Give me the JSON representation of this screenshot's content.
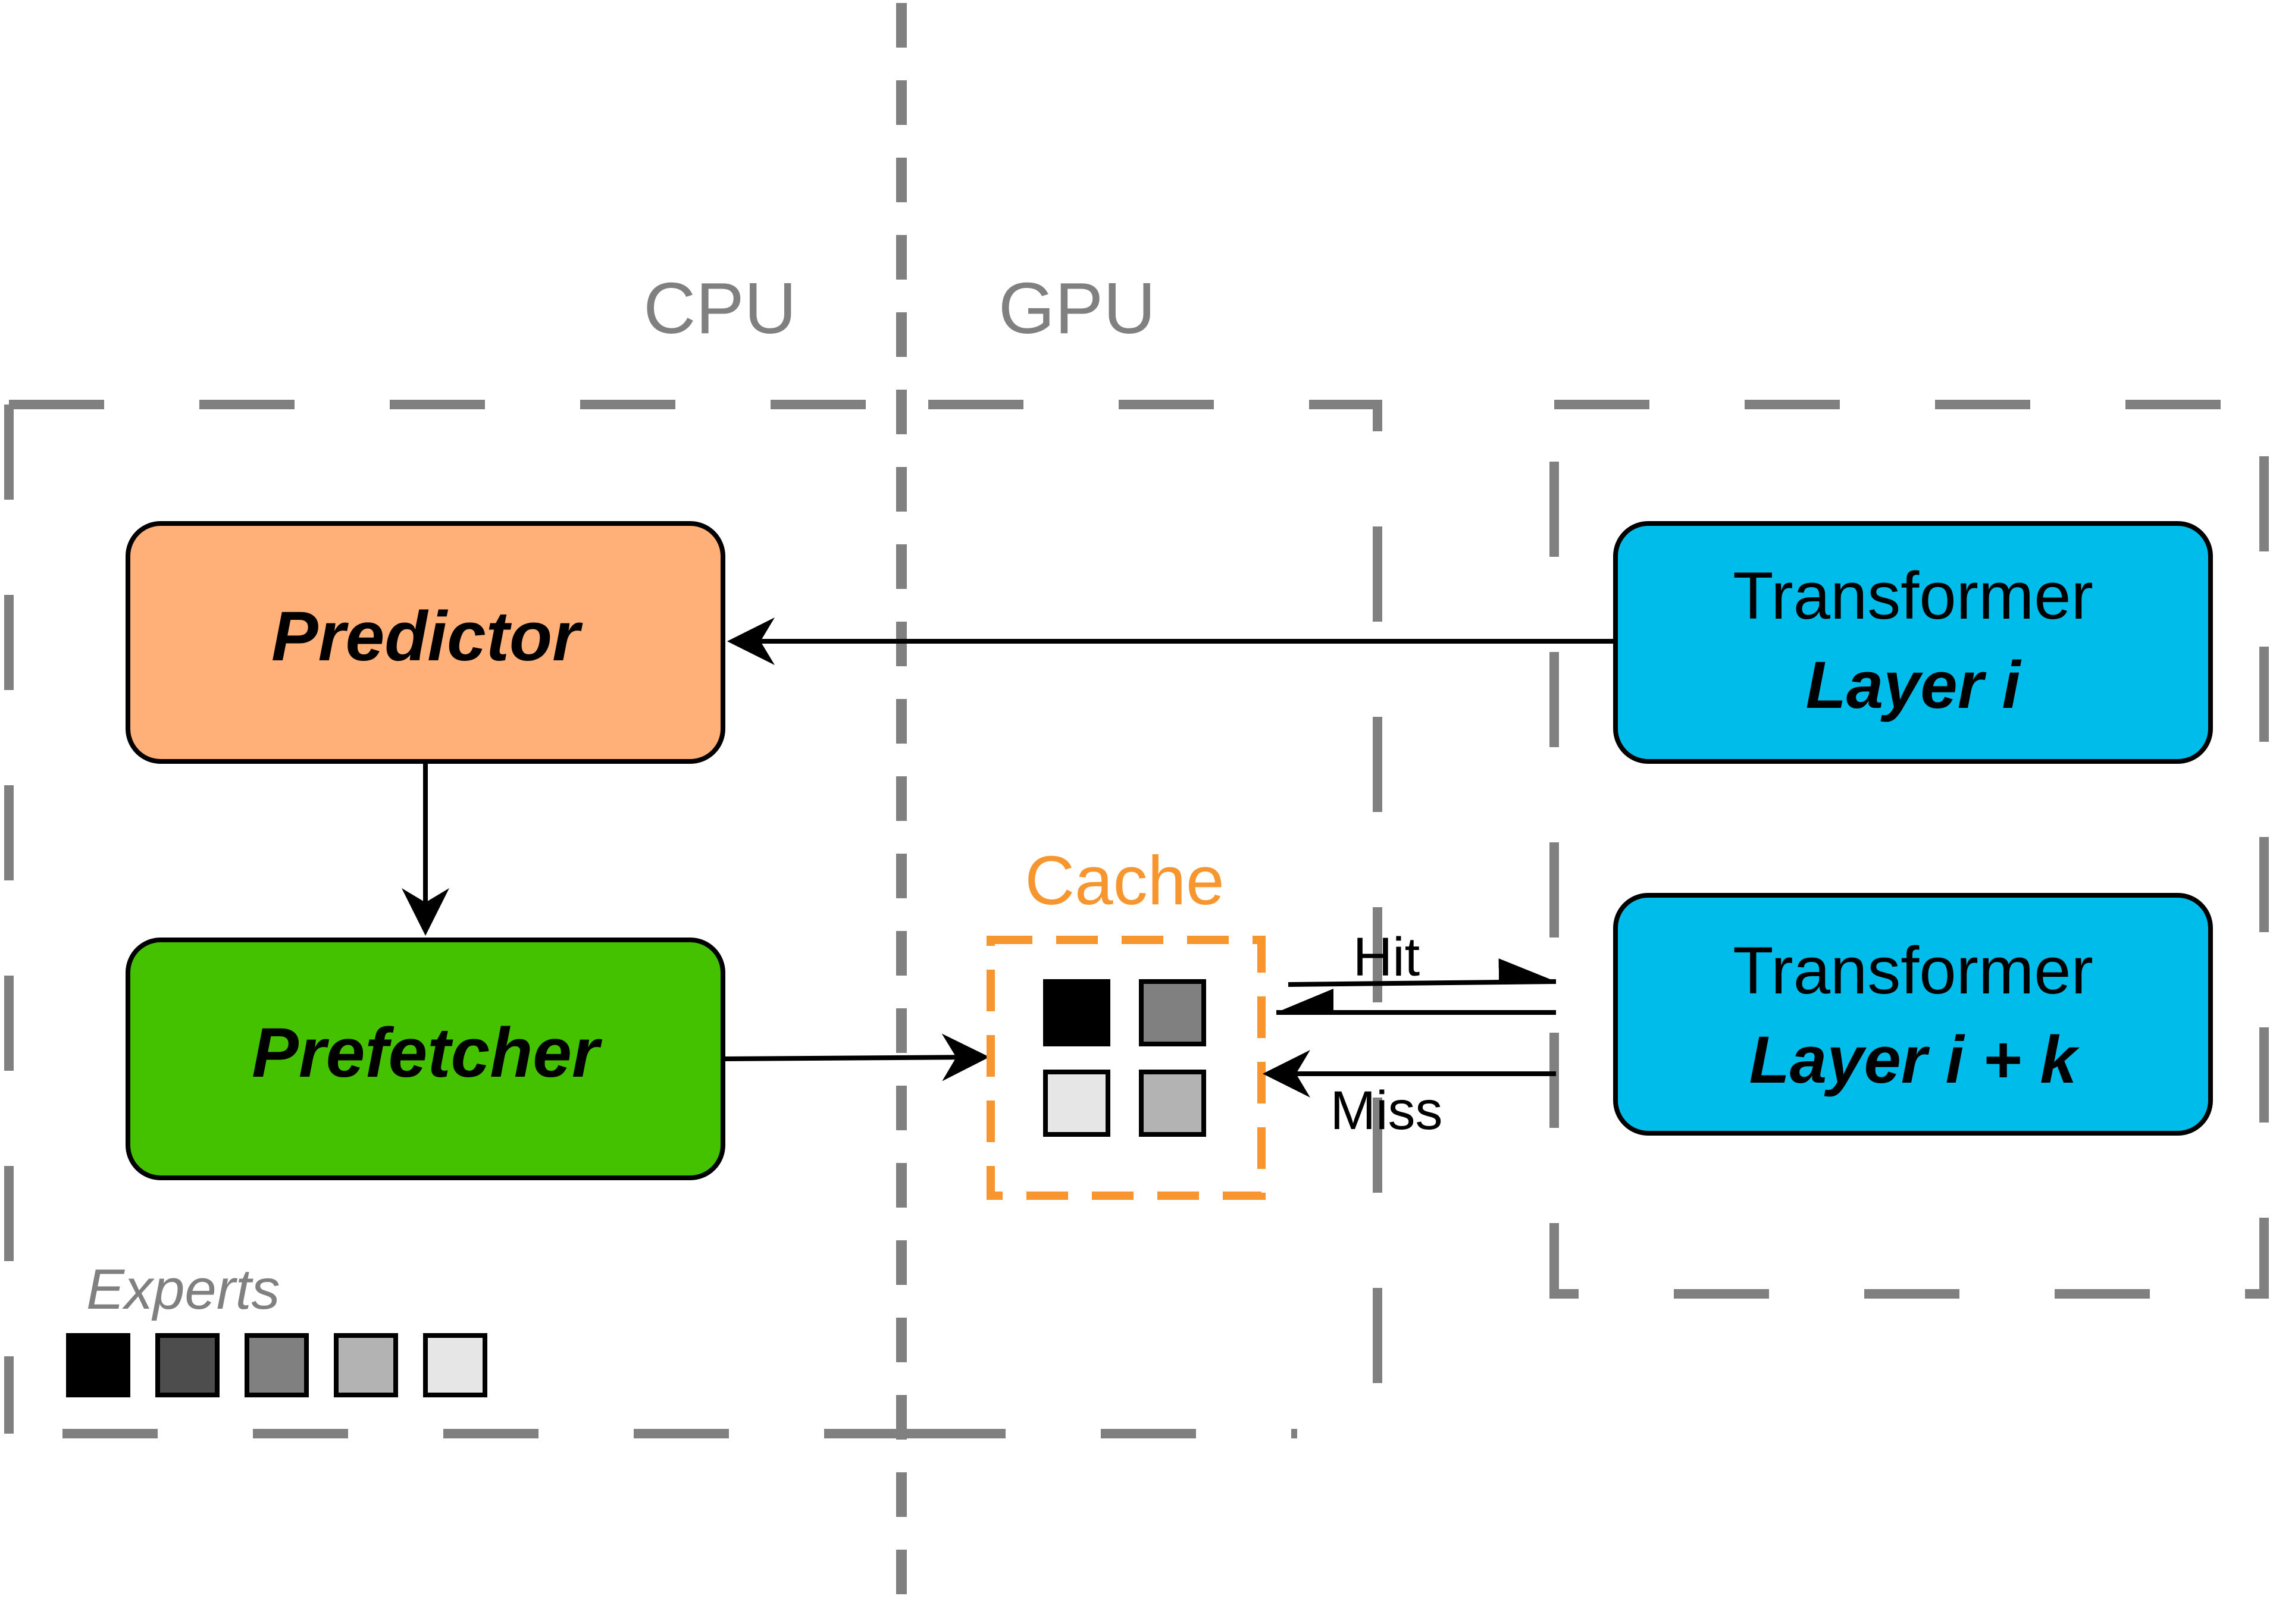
{
  "regions": {
    "cpu_label": "CPU",
    "gpu_label": "GPU"
  },
  "nodes": {
    "predictor": {
      "label": "Predictor",
      "fill": "#FFAF78"
    },
    "prefetcher": {
      "label": "Prefetcher",
      "fill": "#44C200"
    },
    "layer_i": {
      "line1": "Transformer",
      "line2": "Layer i",
      "fill": "#00BCEB"
    },
    "layer_i_k": {
      "line1": "Transformer",
      "line2": "Layer i + k",
      "fill": "#00BCEB"
    }
  },
  "cache": {
    "label": "Cache",
    "color": "#F7952F",
    "cells": [
      "#000000",
      "#808080",
      "#E6E6E6",
      "#B3B3B3"
    ]
  },
  "edges": {
    "hit": "Hit",
    "miss": "Miss"
  },
  "legend": {
    "label": "Experts",
    "swatches": [
      "#000000",
      "#4D4D4D",
      "#808080",
      "#B3B3B3",
      "#E6E6E6"
    ]
  },
  "colors": {
    "dashed_border": "#808080",
    "stroke": "#000000"
  }
}
